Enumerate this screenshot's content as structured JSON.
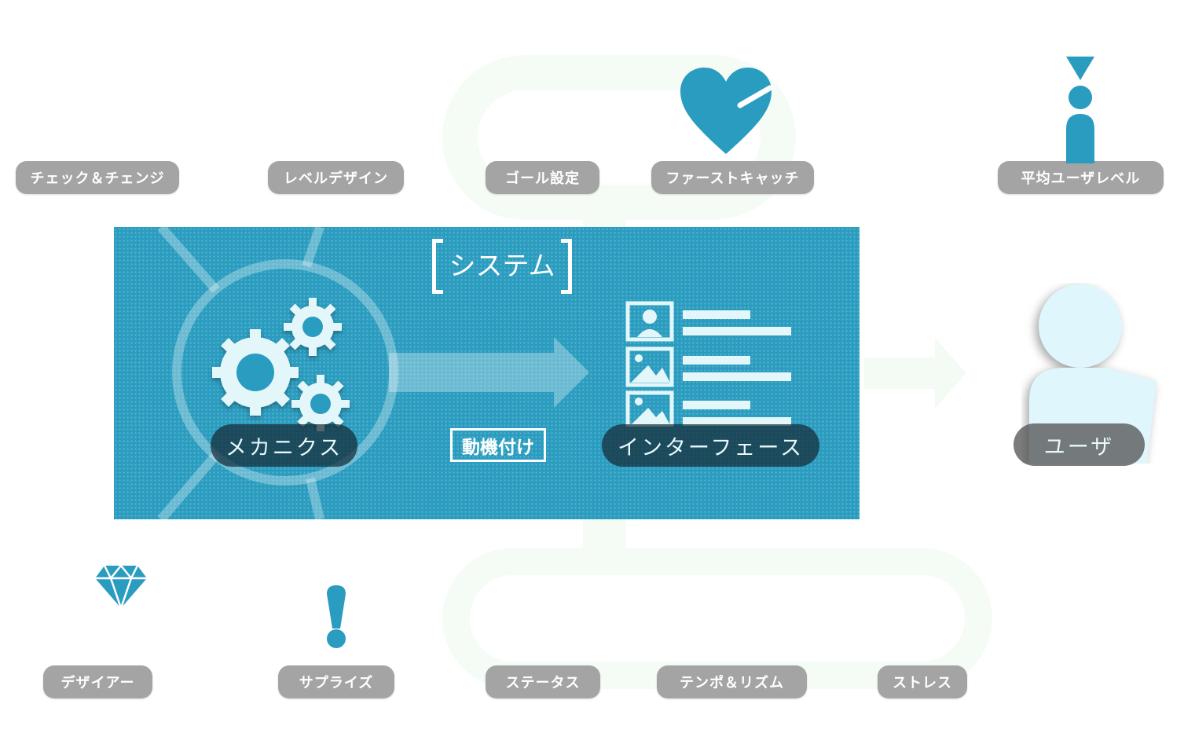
{
  "top_labels": [
    "チェック＆チェンジ",
    "レベルデザイン",
    "ゴール設定",
    "ファーストキャッチ",
    "平均ユーザレベル"
  ],
  "bottom_labels": [
    "デザイアー",
    "サプライズ",
    "ステータス",
    "テンポ＆リズム",
    "ストレス"
  ],
  "system": {
    "title": "システム",
    "mechanics": "メカニクス",
    "motivation": "動機付け",
    "interface": "インターフェース"
  },
  "user": {
    "label": "ユーザ"
  },
  "colors": {
    "accent": "#2a9cbf",
    "pill": "#a4a4a4",
    "faint": "#f5fcf6"
  }
}
